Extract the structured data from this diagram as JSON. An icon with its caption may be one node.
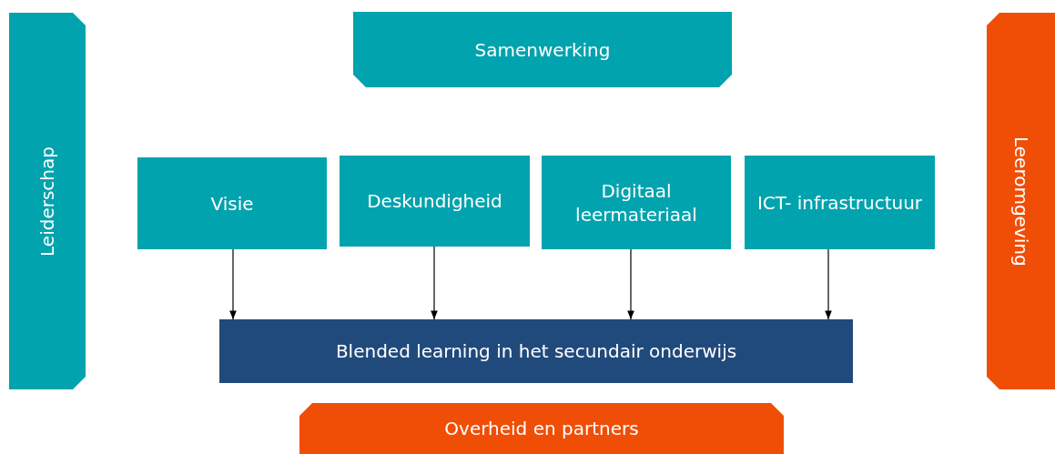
{
  "diagram": {
    "nodes": [
      {
        "text": [
          "Leiderschap"
        ]
      },
      {
        "text": [
          "Samenwerking"
        ]
      },
      {
        "text": [
          "Leeromgeving"
        ]
      },
      {
        "text": [
          "Visie"
        ]
      },
      {
        "text": [
          "Deskundigheid"
        ]
      },
      {
        "text": [
          "Digitaal leermateriaal"
        ]
      },
      {
        "text": [
          "ICT- infrastructuur"
        ]
      },
      {
        "text": [
          "Blended learning in het secundair onderwijs"
        ]
      },
      {
        "text": [
          "Overheid en partners"
        ]
      }
    ],
    "edges": [
      {
        "from": 3,
        "to": 7,
        "arrow": "to"
      },
      {
        "from": 4,
        "to": 7,
        "arrow": "to"
      },
      {
        "from": 5,
        "to": 7,
        "arrow": "to"
      },
      {
        "from": 6,
        "to": 7,
        "arrow": "to"
      }
    ]
  }
}
